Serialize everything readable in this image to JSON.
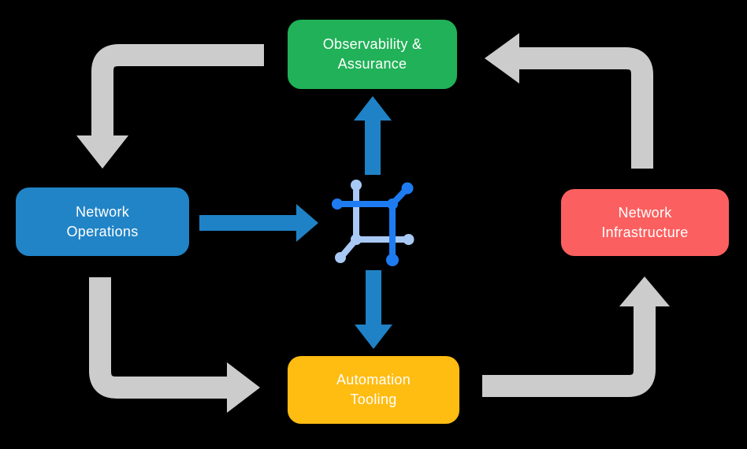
{
  "diagram": {
    "type": "cycle-flow-diagram",
    "background_color": "#000000",
    "text_color": "#FFFFFF"
  },
  "boxes": {
    "observability": {
      "lines": [
        "Observability &",
        "Assurance"
      ],
      "color": "#21B158",
      "position": "top-center"
    },
    "operations": {
      "lines": [
        "Network",
        "Operations"
      ],
      "color": "#2184C6",
      "position": "middle-left"
    },
    "infrastructure": {
      "lines": [
        "Network",
        "Infrastructure"
      ],
      "color": "#FC5F5F",
      "position": "middle-right"
    },
    "automation": {
      "lines": [
        "Automation",
        "Tooling"
      ],
      "color": "#FFBC11",
      "position": "bottom-center"
    }
  },
  "center_icon": {
    "name": "network-automation-icon",
    "dark_blue": "#1E7CF2",
    "light_blue": "#A9C9F5"
  },
  "arrows": {
    "cycle_color": "#CCCCCC",
    "flow_color": "#1F82C6",
    "cycle": [
      {
        "from": "observability",
        "to": "operations",
        "corner": "top-left"
      },
      {
        "from": "operations",
        "to": "automation",
        "corner": "bottom-left"
      },
      {
        "from": "automation",
        "to": "infrastructure",
        "corner": "bottom-right"
      },
      {
        "from": "infrastructure",
        "to": "observability",
        "corner": "top-right"
      }
    ],
    "flow": [
      {
        "from": "operations",
        "to": "center-icon",
        "direction": "right"
      },
      {
        "from": "center-icon",
        "to": "observability",
        "direction": "up"
      },
      {
        "from": "center-icon",
        "to": "automation",
        "direction": "down"
      }
    ]
  }
}
